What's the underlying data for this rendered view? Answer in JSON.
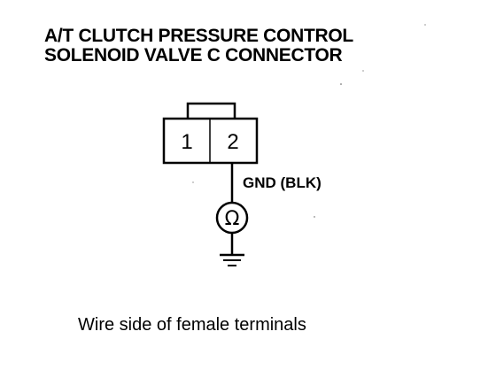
{
  "title": {
    "line1": "A/T CLUTCH PRESSURE CONTROL",
    "line2": "SOLENOID VALVE C CONNECTOR"
  },
  "connector": {
    "pins": [
      "1",
      "2"
    ]
  },
  "wire_label": "GND (BLK)",
  "meter_symbol": "Ω",
  "ground_icon": "ground-symbol-icon",
  "caption": "Wire side of female terminals"
}
